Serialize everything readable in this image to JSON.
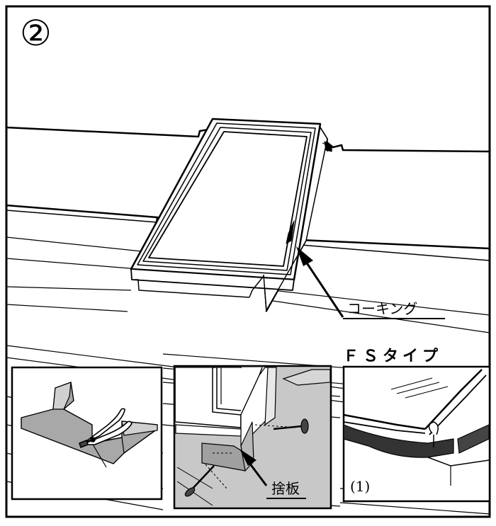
{
  "step": {
    "number": "②"
  },
  "labels": {
    "caulking": "コーキング",
    "fs_type": "ＦＳタイプ",
    "sutegita": "捨板",
    "detail_index": "(1)"
  },
  "colors": {
    "line": "#000000",
    "background": "#ffffff",
    "flashing_gray": "#a8a8a8",
    "panel_gray": "#c8c8c8",
    "dark_seal": "#333333"
  },
  "icons": [
    "arrow-icon",
    "tin-snips-icon",
    "nail-icon"
  ]
}
